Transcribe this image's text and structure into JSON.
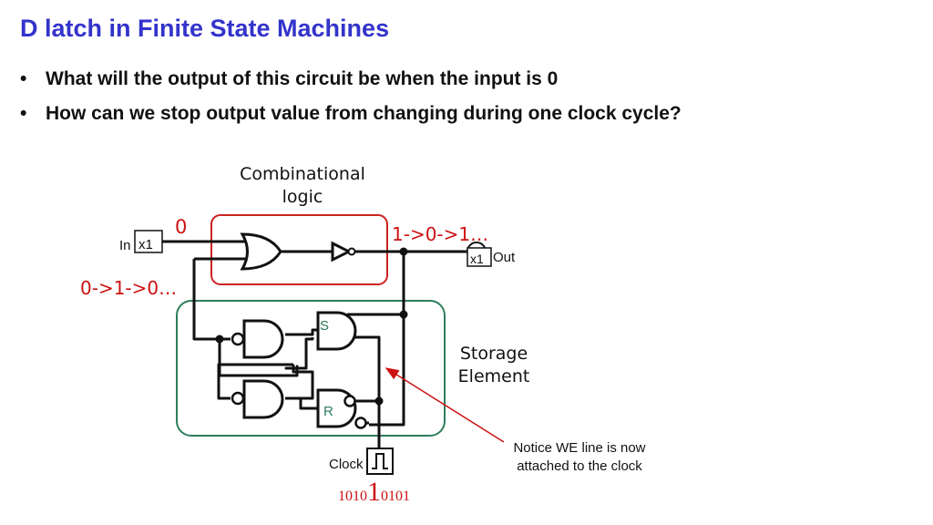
{
  "slide": {
    "title": "D latch in Finite State Machines",
    "bullets": [
      "What will the output of this circuit be when the input is 0",
      "How can we stop output value from changing during one clock cycle?"
    ]
  },
  "diagram": {
    "combinational_label": [
      "Combinational",
      "logic"
    ],
    "storage_label": [
      "Storage",
      "Element"
    ],
    "input_label": "In",
    "input_box": "x1",
    "output_label": "Out",
    "output_box": "x1",
    "input_value": "0",
    "output_sequence": "1->0->1…",
    "feedback_sequence": "0->1->0…",
    "s_label": "S",
    "r_label": "R",
    "clock_label": "Clock",
    "clock_seq_before": "1010",
    "clock_seq_current": "1",
    "clock_seq_after": "0101",
    "note": [
      "Notice WE line is now",
      "attached to the clock"
    ]
  },
  "colors": {
    "title": "#3333cc",
    "annotation_red": "#cc1111",
    "combinational_box": "#cc2222",
    "storage_box": "#2e7d5b",
    "sr_label": "#2e7d5b"
  }
}
